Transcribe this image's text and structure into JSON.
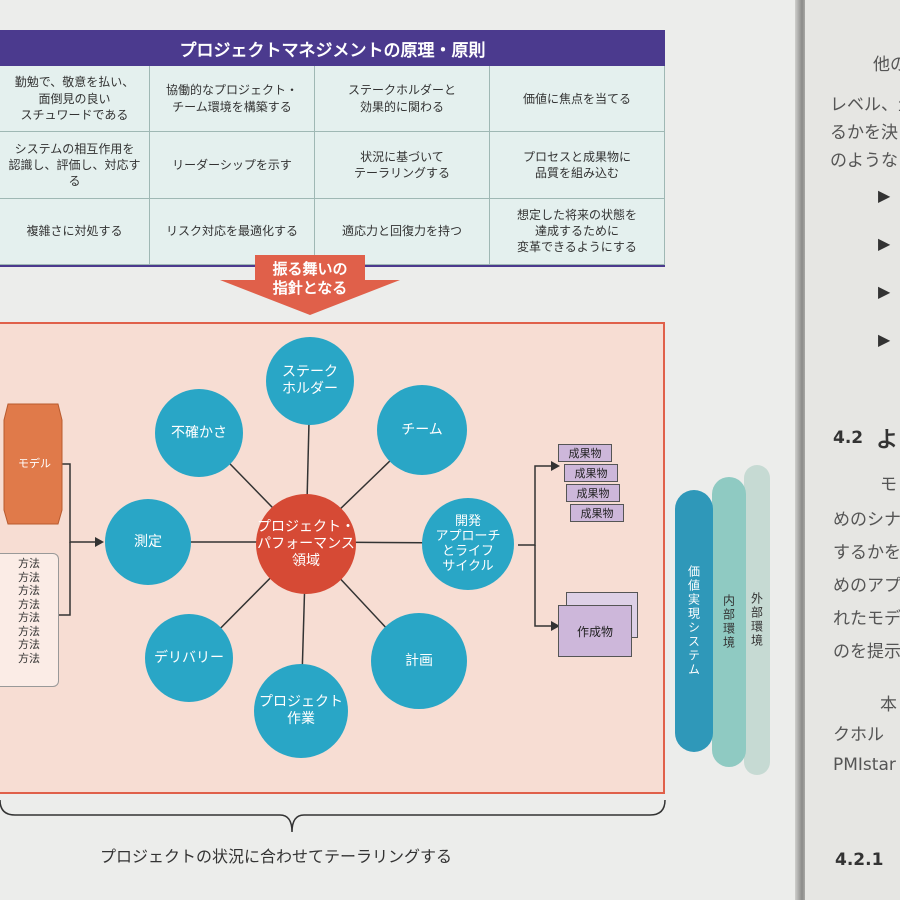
{
  "principles": {
    "title": "プロジェクトマネジメントの原理・原則",
    "cells": [
      "勤勉で、敬意を払い、\n面倒見の良い\nスチュワードである",
      "協働的なプロジェクト・\nチーム環境を構築する",
      "ステークホルダーと\n効果的に関わる",
      "価値に焦点を当てる",
      "システムの相互作用を\n認識し、評価し、対応する",
      "リーダーシップを示す",
      "状況に基づいて\nテーラリングする",
      "プロセスと成果物に\n品質を組み込む",
      "複雑さに対処する",
      "リスク対応を最適化する",
      "適応力と回復力を持つ",
      "想定した将来の状態を\n達成するために\n変革できるようにする"
    ]
  },
  "arrow_label": "振る舞いの\n指針となる",
  "domains": {
    "center": "プロジェクト・\nパフォーマンス\n領域",
    "stakeholders": "ステーク\nホルダー",
    "team": "チーム",
    "dev_approach": "開発\nアプローチ\nとライフ\nサイクル",
    "planning": "計画",
    "project_work": "プロジェクト\n作業",
    "delivery": "デリバリー",
    "measurement": "測定",
    "uncertainty": "不確かさ"
  },
  "model_label": "モデル",
  "methods": [
    "方法",
    "方法",
    "方法",
    "方法",
    "方法",
    "方法",
    "方法",
    "方法"
  ],
  "deliverables": [
    "成果物",
    "成果物",
    "成果物",
    "成果物"
  ],
  "artifact": "作成物",
  "pillars": {
    "value_system": "価値実現システム",
    "internal_env": "内部環境",
    "external_env": "外部環境"
  },
  "bottom_caption": "プロジェクトの状況に合わせてテーラリングする",
  "right_page": {
    "line1": "他の",
    "line2": "レベル、生",
    "line3": "るかを決",
    "line4": "のような",
    "section": "4.2",
    "section_char": "よ",
    "p1": "モ",
    "p2": "めのシナ",
    "p3": "するかを",
    "p4": "めのアプ",
    "p5": "れたモデ",
    "p6": "のを提示",
    "p7": "本",
    "p8": "クホル",
    "p9": "PMIstar",
    "subsection": "4.2.1",
    "bullet_glyph": "▶"
  },
  "colors": {
    "title_bar": "#4b3a8e",
    "domain_circle": "#29a6c6",
    "center_circle": "#d64a35",
    "arrow": "#e0604a",
    "model": "#e07a4a",
    "deliverable": "#cdb7da"
  }
}
